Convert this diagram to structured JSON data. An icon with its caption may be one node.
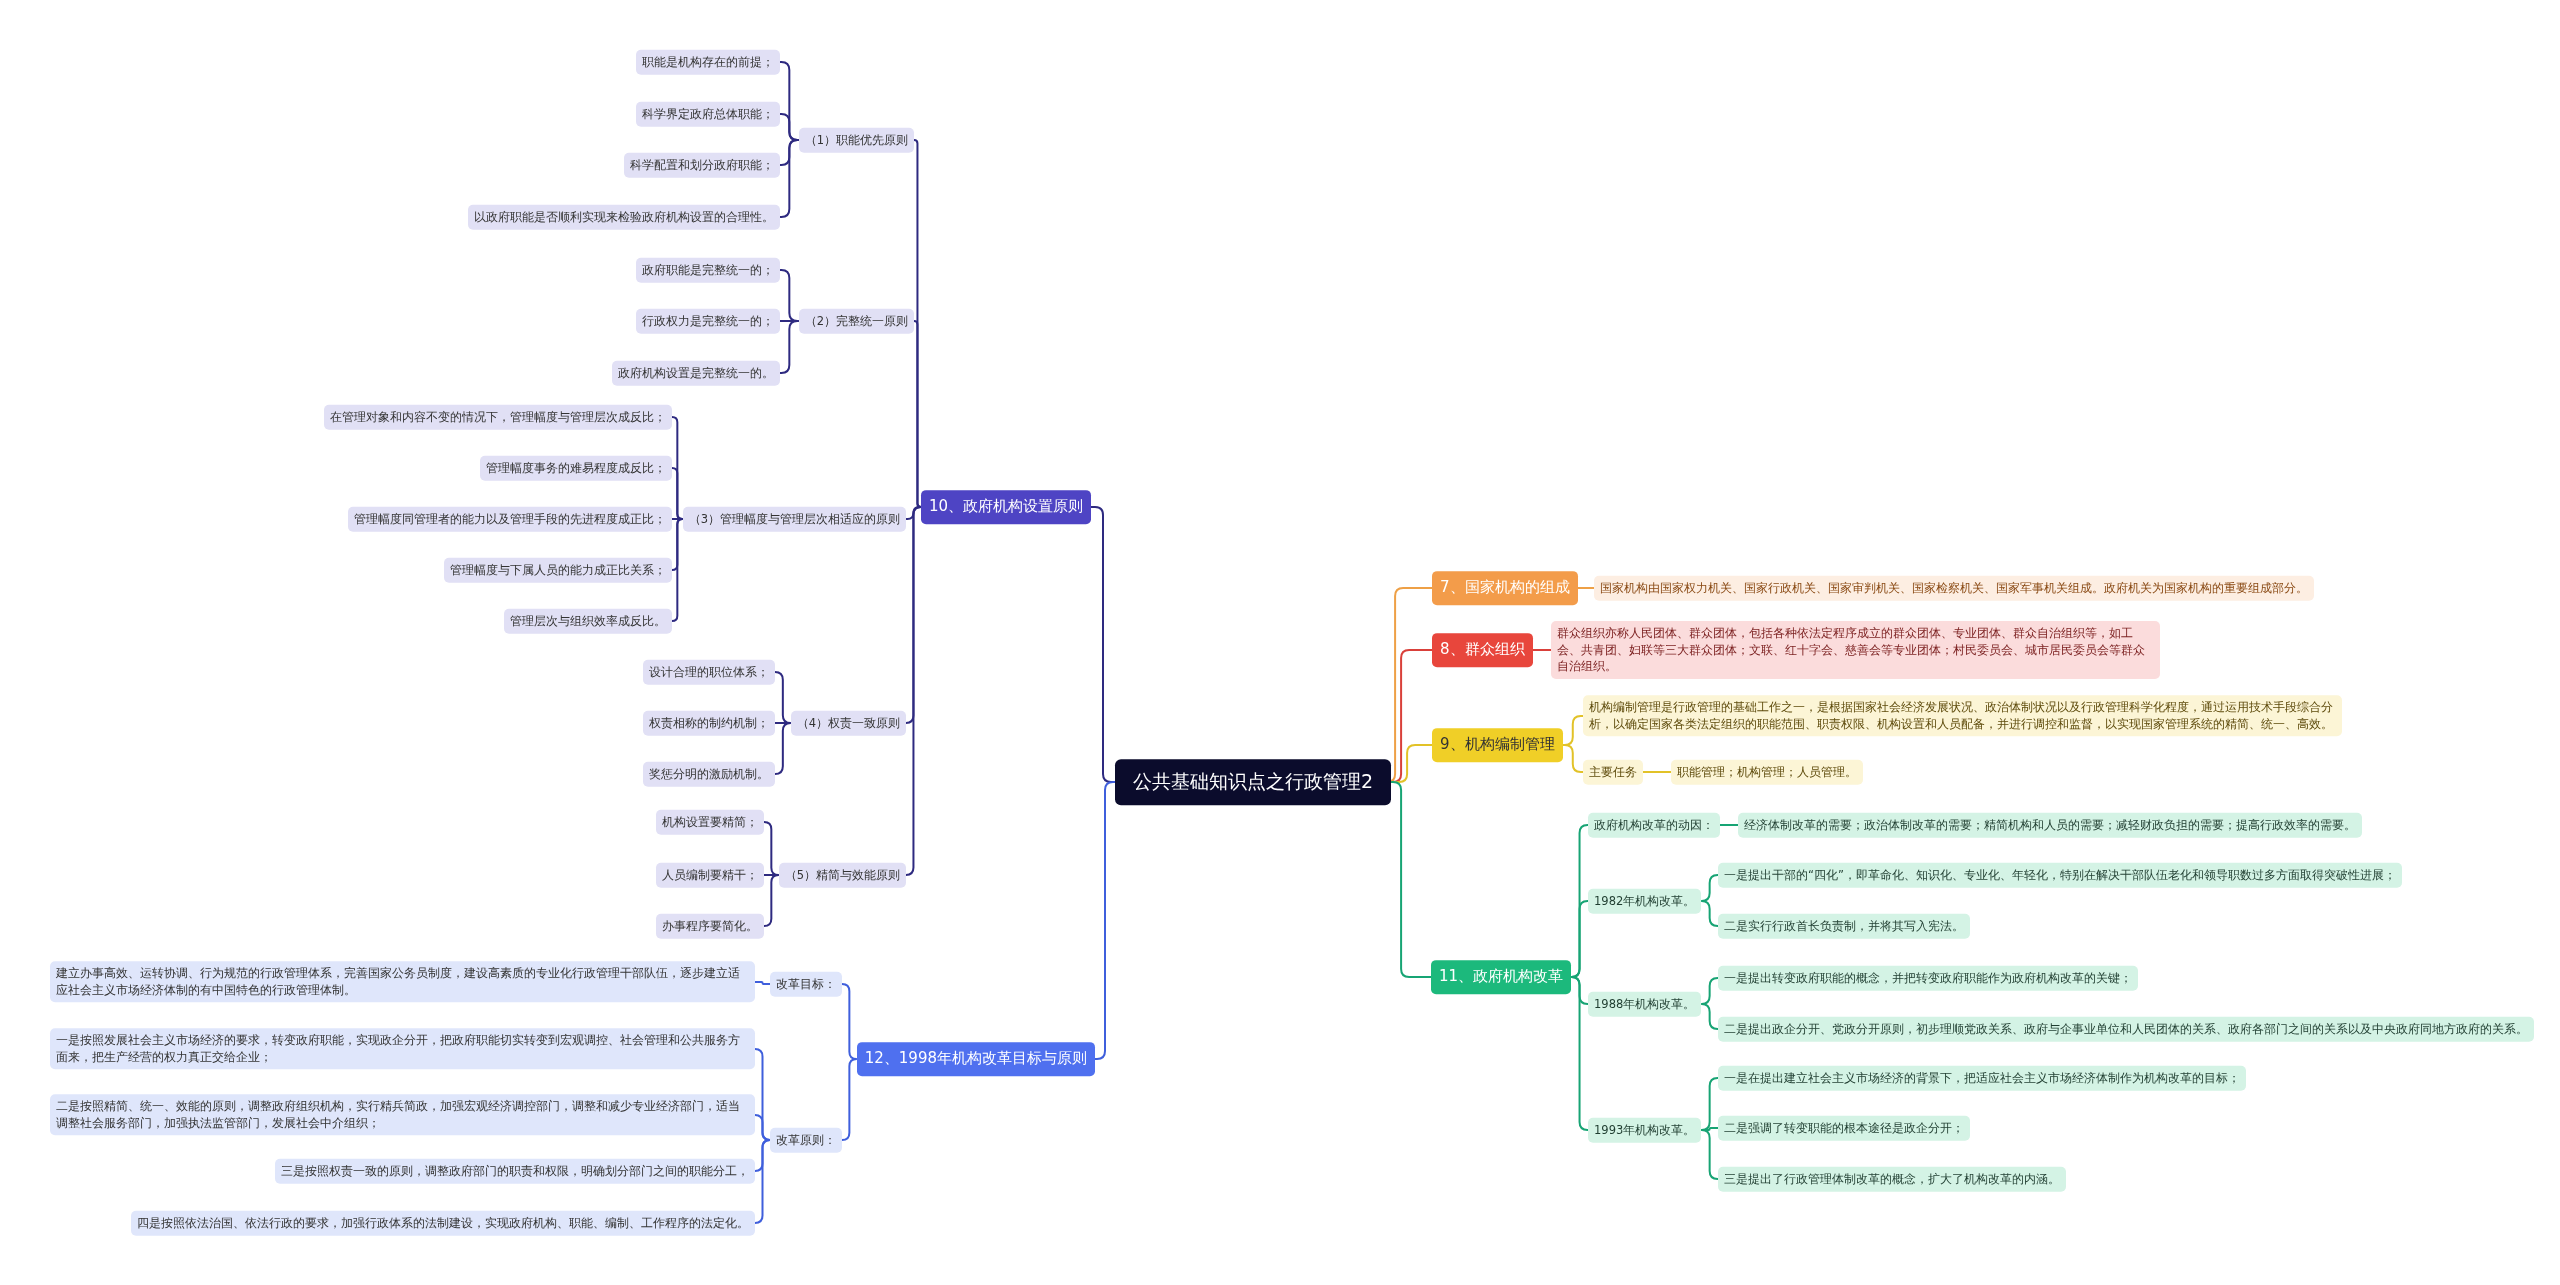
{
  "diagram": {
    "nodes": [
      {
        "text": [
          "公共基础知识点之行政管理2"
        ]
      },
      {
        "text": [
          "10、政府机构设置原则"
        ]
      },
      {
        "text": [
          "（1）职能优先原则"
        ]
      },
      {
        "text": [
          "职能是机构存在的前提；"
        ]
      },
      {
        "text": [
          "科学界定政府总体职能；"
        ]
      },
      {
        "text": [
          "科学配置和划分政府职能；"
        ]
      },
      {
        "text": [
          "以政府职能是否顺利实现来检验政府机构设置的合理性。"
        ]
      },
      {
        "text": [
          "（2）完整统一原则"
        ]
      },
      {
        "text": [
          "政府职能是完整统一的；"
        ]
      },
      {
        "text": [
          "行政权力是完整统一的；"
        ]
      },
      {
        "text": [
          "政府机构设置是完整统一的。"
        ]
      },
      {
        "text": [
          "（3）管理幅度与管理层次相适应的原则"
        ]
      },
      {
        "text": [
          "在管理对象和内容不变的情况下，管理幅度与管理层次成反比；"
        ]
      },
      {
        "text": [
          "管理幅度事务的难易程度成反比；"
        ]
      },
      {
        "text": [
          "管理幅度同管理者的能力以及管理手段的先进程度成正比；"
        ]
      },
      {
        "text": [
          "管理幅度与下属人员的能力成正比关系；"
        ]
      },
      {
        "text": [
          "管理层次与组织效率成反比。"
        ]
      },
      {
        "text": [
          "（4）权责一致原则"
        ]
      },
      {
        "text": [
          "设计合理的职位体系；"
        ]
      },
      {
        "text": [
          "权责相称的制约机制；"
        ]
      },
      {
        "text": [
          "奖惩分明的激励机制。"
        ]
      },
      {
        "text": [
          "（5）精简与效能原则"
        ]
      },
      {
        "text": [
          "机构设置要精简；"
        ]
      },
      {
        "text": [
          "人员编制要精干；"
        ]
      },
      {
        "text": [
          "办事程序要简化。"
        ]
      },
      {
        "text": [
          "12、1998年机构改革目标与原则"
        ]
      },
      {
        "text": [
          "改革目标："
        ]
      },
      {
        "text": [
          "建立办事高效、运转协调、行为规范的行政管理体系，完善国家公务员制度，建设高素质的专业化行政管理干部队伍，逐步建立适应社会主义市场经济体制的有中国特色的行政管理体制。"
        ]
      },
      {
        "text": [
          "改革原则："
        ]
      },
      {
        "text": [
          "一是按照发展社会主义市场经济的要求，转变政府职能，实现政企分开，把政府职能切实转变到宏观调控、社会管理和公共服务方面来，把生产经营的权力真正交给企业；"
        ]
      },
      {
        "text": [
          "二是按照精简、统一、效能的原则，调整政府组织机构，实行精兵简政，加强宏观经济调控部门，调整和减少专业经济部门，适当调整社会服务部门，加强执法监管部门，发展社会中介组织；"
        ]
      },
      {
        "text": [
          "三是按照权责一致的原则，调整政府部门的职责和权限，明确划分部门之间的职能分工，"
        ]
      },
      {
        "text": [
          "四是按照依法治国、依法行政的要求，加强行政体系的法制建设，实现政府机构、职能、编制、工作程序的法定化。"
        ]
      },
      {
        "text": [
          "7、国家机构的组成"
        ]
      },
      {
        "text": [
          "国家机构由国家权力机关、国家行政机关、国家审判机关、国家检察机关、国家军事机关组成。政府机关为国家机构的重要组成部分。"
        ]
      },
      {
        "text": [
          "8、群众组织"
        ]
      },
      {
        "text": [
          "群众组织亦称人民团体、群众团体，包括各种依法定程序成立的群众团体、专业团体、群众自治组织等，如工会、共青团、妇联等三大群众团体；文联、红十字会、慈善会等专业团体；村民委员会、城市居民委员会等群众自治组织。"
        ]
      },
      {
        "text": [
          "9、机构编制管理"
        ]
      },
      {
        "text": [
          "机构编制管理是行政管理的基础工作之一，是根据国家社会经济发展状况、政治体制状况以及行政管理科学化程度，通过运用技术手段综合分析，以确定国家各类法定组织的职能范围、职责权限、机构设置和人员配备，并进行调控和监督，以实现国家管理系统的精简、统一、高效。"
        ]
      },
      {
        "text": [
          "主要任务"
        ]
      },
      {
        "text": [
          "职能管理；机构管理；人员管理。"
        ]
      },
      {
        "text": [
          "11、政府机构改革"
        ]
      },
      {
        "text": [
          "政府机构改革的动因："
        ]
      },
      {
        "text": [
          "经济体制改革的需要；政治体制改革的需要；精简机构和人员的需要；减轻财政负担的需要；提高行政效率的需要。"
        ]
      },
      {
        "text": [
          "1982年机构改革。"
        ]
      },
      {
        "text": [
          "一是提出干部的“四化”，即革命化、知识化、专业化、年轻化，特别在解决干部队伍老化和领导职数过多方面取得突破性进展；"
        ]
      },
      {
        "text": [
          "二是实行行政首长负责制，并将其写入宪法。"
        ]
      },
      {
        "text": [
          "1988年机构改革。"
        ]
      },
      {
        "text": [
          "一是提出转变政府职能的概念，并把转变政府职能作为政府机构改革的关键；"
        ]
      },
      {
        "text": [
          "二是提出政企分开、党政分开原则，初步理顺党政关系、政府与企事业单位和人民团体的关系、政府各部门之间的关系以及中央政府同地方政府的关系。"
        ]
      },
      {
        "text": [
          "1993年机构改革。"
        ]
      },
      {
        "text": [
          "一是在提出建立社会主义市场经济的背景下，把适应社会主义市场经济体制作为机构改革的目标；"
        ]
      },
      {
        "text": [
          "二是强调了转变职能的根本途径是政企分开；"
        ]
      },
      {
        "text": [
          "三是提出了行政管理体制改革的概念，扩大了机构改革的内涵。"
        ]
      }
    ],
    "edges": [
      {
        "from": 0,
        "to": 1,
        "arrow": "none"
      },
      {
        "from": 1,
        "to": 2,
        "arrow": "none"
      },
      {
        "from": 2,
        "to": 3,
        "arrow": "none"
      },
      {
        "from": 2,
        "to": 4,
        "arrow": "none"
      },
      {
        "from": 2,
        "to": 5,
        "arrow": "none"
      },
      {
        "from": 2,
        "to": 6,
        "arrow": "none"
      },
      {
        "from": 1,
        "to": 7,
        "arrow": "none"
      },
      {
        "from": 7,
        "to": 8,
        "arrow": "none"
      },
      {
        "from": 7,
        "to": 9,
        "arrow": "none"
      },
      {
        "from": 7,
        "to": 10,
        "arrow": "none"
      },
      {
        "from": 1,
        "to": 11,
        "arrow": "none"
      },
      {
        "from": 11,
        "to": 12,
        "arrow": "none"
      },
      {
        "from": 11,
        "to": 13,
        "arrow": "none"
      },
      {
        "from": 11,
        "to": 14,
        "arrow": "none"
      },
      {
        "from": 11,
        "to": 15,
        "arrow": "none"
      },
      {
        "from": 11,
        "to": 16,
        "arrow": "none"
      },
      {
        "from": 1,
        "to": 17,
        "arrow": "none"
      },
      {
        "from": 17,
        "to": 18,
        "arrow": "none"
      },
      {
        "from": 17,
        "to": 19,
        "arrow": "none"
      },
      {
        "from": 17,
        "to": 20,
        "arrow": "none"
      },
      {
        "from": 1,
        "to": 21,
        "arrow": "none"
      },
      {
        "from": 21,
        "to": 22,
        "arrow": "none"
      },
      {
        "from": 21,
        "to": 23,
        "arrow": "none"
      },
      {
        "from": 21,
        "to": 24,
        "arrow": "none"
      },
      {
        "from": 0,
        "to": 25,
        "arrow": "none",
        "color": "#3f5fdc"
      },
      {
        "from": 25,
        "to": 26,
        "arrow": "none",
        "color": "#3f5fdc"
      },
      {
        "from": 26,
        "to": 27,
        "arrow": "none",
        "color": "#3f5fdc"
      },
      {
        "from": 25,
        "to": 28,
        "arrow": "none",
        "color": "#3f5fdc"
      },
      {
        "from": 28,
        "to": 29,
        "arrow": "none",
        "color": "#3f5fdc"
      },
      {
        "from": 28,
        "to": 30,
        "arrow": "none",
        "color": "#3f5fdc"
      },
      {
        "from": 28,
        "to": 31,
        "arrow": "none",
        "color": "#3f5fdc"
      },
      {
        "from": 28,
        "to": 32,
        "arrow": "none",
        "color": "#3f5fdc"
      },
      {
        "from": 0,
        "to": 33,
        "arrow": "none",
        "color": "#eea046"
      },
      {
        "from": 33,
        "to": 34,
        "arrow": "none",
        "color": "#eea046"
      },
      {
        "from": 0,
        "to": 35,
        "arrow": "none",
        "color": "#d9403a"
      },
      {
        "from": 35,
        "to": 36,
        "arrow": "none",
        "color": "#d9403a"
      },
      {
        "from": 0,
        "to": 37,
        "arrow": "none",
        "color": "#e2c228"
      },
      {
        "from": 37,
        "to": 38,
        "arrow": "none",
        "color": "#e2c228"
      },
      {
        "from": 37,
        "to": 39,
        "arrow": "none",
        "color": "#e2c228"
      },
      {
        "from": 39,
        "to": 40,
        "arrow": "none",
        "color": "#e2c228"
      },
      {
        "from": 0,
        "to": 41,
        "arrow": "none",
        "color": "#17a474"
      },
      {
        "from": 41,
        "to": 42,
        "arrow": "none",
        "color": "#17a474"
      },
      {
        "from": 42,
        "to": 43,
        "arrow": "none",
        "color": "#17a474"
      },
      {
        "from": 41,
        "to": 44,
        "arrow": "none",
        "color": "#17a474"
      },
      {
        "from": 44,
        "to": 45,
        "arrow": "none",
        "color": "#17a474"
      },
      {
        "from": 44,
        "to": 46,
        "arrow": "none",
        "color": "#17a474"
      },
      {
        "from": 41,
        "to": 47,
        "arrow": "none",
        "color": "#17a474"
      },
      {
        "from": 47,
        "to": 48,
        "arrow": "none",
        "color": "#17a474"
      },
      {
        "from": 47,
        "to": 49,
        "arrow": "none",
        "color": "#17a474"
      },
      {
        "from": 41,
        "to": 50,
        "arrow": "none",
        "color": "#17a474"
      },
      {
        "from": 50,
        "to": 51,
        "arrow": "none",
        "color": "#17a474"
      },
      {
        "from": 50,
        "to": 52,
        "arrow": "none",
        "color": "#17a474"
      },
      {
        "from": 50,
        "to": 53,
        "arrow": "none",
        "color": "#17a474"
      }
    ]
  }
}
